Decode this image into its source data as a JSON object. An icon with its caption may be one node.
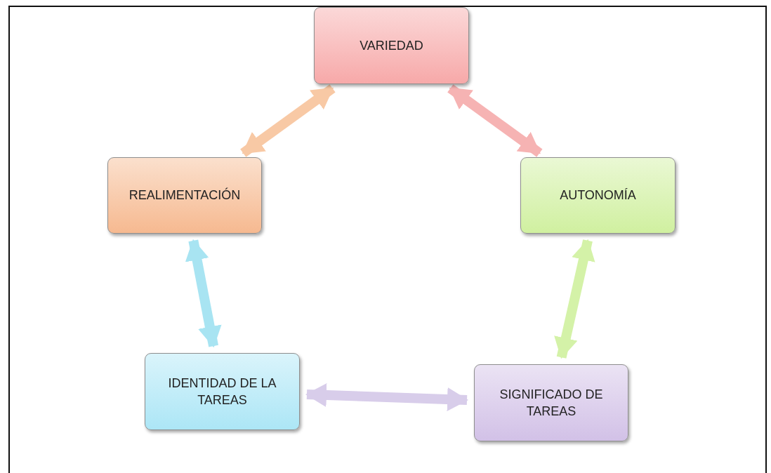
{
  "diagram": {
    "nodes": [
      {
        "text": [
          "VARIEDAD"
        ]
      },
      {
        "text": [
          "REALIMENTACIÓN"
        ]
      },
      {
        "text": [
          "AUTONOMÍA"
        ]
      },
      {
        "text": [
          "IDENTIDAD DE LA TAREAS"
        ]
      },
      {
        "text": [
          "SIGNIFICADO DE TAREAS"
        ]
      }
    ],
    "edges": [
      {
        "from": 0,
        "to": 1,
        "arrow": "both",
        "color": "#f8c9a5"
      },
      {
        "from": 0,
        "to": 2,
        "arrow": "both",
        "color": "#f6b3b3"
      },
      {
        "from": 1,
        "to": 3,
        "arrow": "both",
        "color": "#a8e4f2"
      },
      {
        "from": 2,
        "to": 4,
        "arrow": "both",
        "color": "#d4f2a8"
      },
      {
        "from": 3,
        "to": 4,
        "arrow": "both",
        "color": "#d8cdea"
      }
    ]
  }
}
